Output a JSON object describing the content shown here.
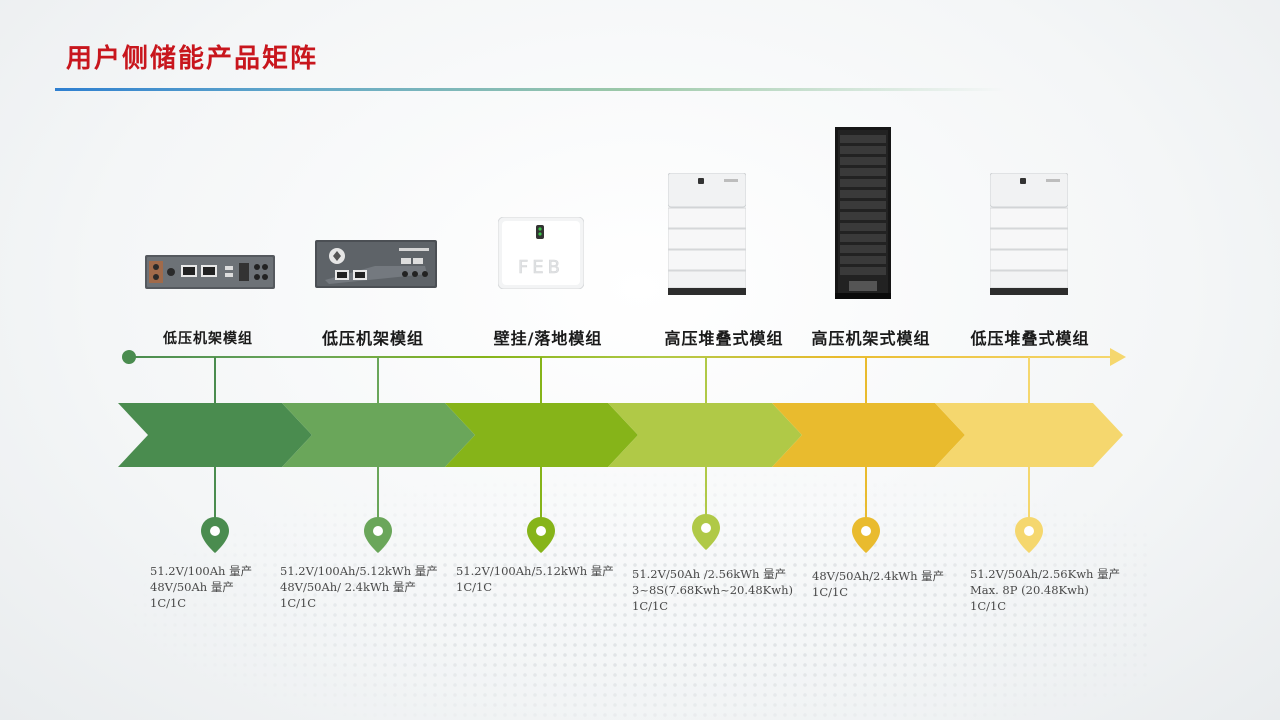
{
  "page": {
    "title": "用户侧储能产品矩阵"
  },
  "colors": {
    "title": "#c8161d",
    "stage1": "#4a8c4f",
    "stage2": "#6aa65a",
    "stage3": "#86b419",
    "stage4": "#b0c947",
    "stage5": "#e9bb2e",
    "stage6": "#f5d76e"
  },
  "products": [
    {
      "category": "低压机架模组",
      "specs": [
        "51.2V/100Ah 量产",
        "48V/50Ah 量产",
        "1C/1C"
      ],
      "icon": "rack-battery-small-icon"
    },
    {
      "category": "低压机架模组",
      "specs": [
        "51.2V/100Ah/5.12kWh 量产",
        "48V/50Ah/ 2.4kWh 量产",
        "1C/1C"
      ],
      "icon": "rack-battery-large-icon"
    },
    {
      "category": "壁挂/落地模组",
      "specs": [
        "51.2V/100Ah/5.12kWh 量产",
        "1C/1C"
      ],
      "icon": "wall-mount-battery-icon",
      "logo": "FEB"
    },
    {
      "category": "高压堆叠式模组",
      "specs": [
        "51.2V/50Ah /2.56kWh 量产",
        "3~8S(7.68Kwh~20.48Kwh)",
        "1C/1C"
      ],
      "icon": "stacked-battery-icon"
    },
    {
      "category": "高压机架式模组",
      "specs": [
        "48V/50Ah/2.4kWh 量产",
        "1C/1C"
      ],
      "icon": "tall-rack-cabinet-icon"
    },
    {
      "category": "低压堆叠式模组",
      "specs": [
        "51.2V/50Ah/2.56Kwh 量产",
        "Max. 8P (20.48Kwh)",
        "1C/1C"
      ],
      "icon": "stacked-battery-icon"
    }
  ]
}
